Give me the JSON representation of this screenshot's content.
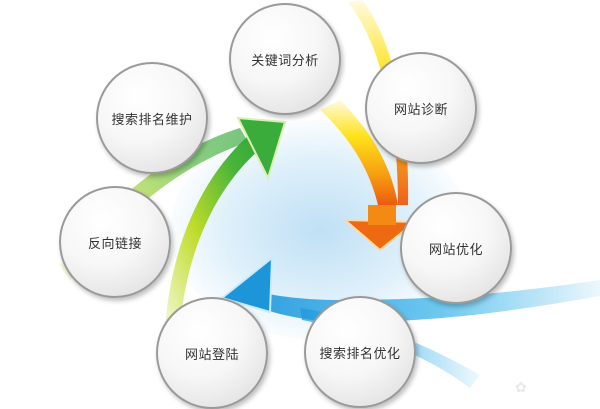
{
  "diagram": {
    "type": "cycle",
    "title": "",
    "nodes": [
      {
        "id": "keyword-analysis",
        "label": "关键词分析"
      },
      {
        "id": "site-diagnosis",
        "label": "网站诊断"
      },
      {
        "id": "site-optimization",
        "label": "网站优化"
      },
      {
        "id": "ranking-optimization",
        "label": "搜索排名优化"
      },
      {
        "id": "site-submission",
        "label": "网站登陆"
      },
      {
        "id": "backlinks",
        "label": "反向链接"
      },
      {
        "id": "ranking-maintenance",
        "label": "搜索排名维护"
      }
    ],
    "arrows": [
      {
        "name": "orange-arrow",
        "from": "关键词分析",
        "to": "网站优化",
        "color": "#f07a10"
      },
      {
        "name": "blue-arrow",
        "from": "搜索排名优化",
        "to": "网站登陆",
        "color": "#1e9fdc"
      },
      {
        "name": "green-arrow",
        "from": "反向链接",
        "to": "关键词分析",
        "color": "#3db23a"
      }
    ],
    "watermark": "paw-print"
  }
}
